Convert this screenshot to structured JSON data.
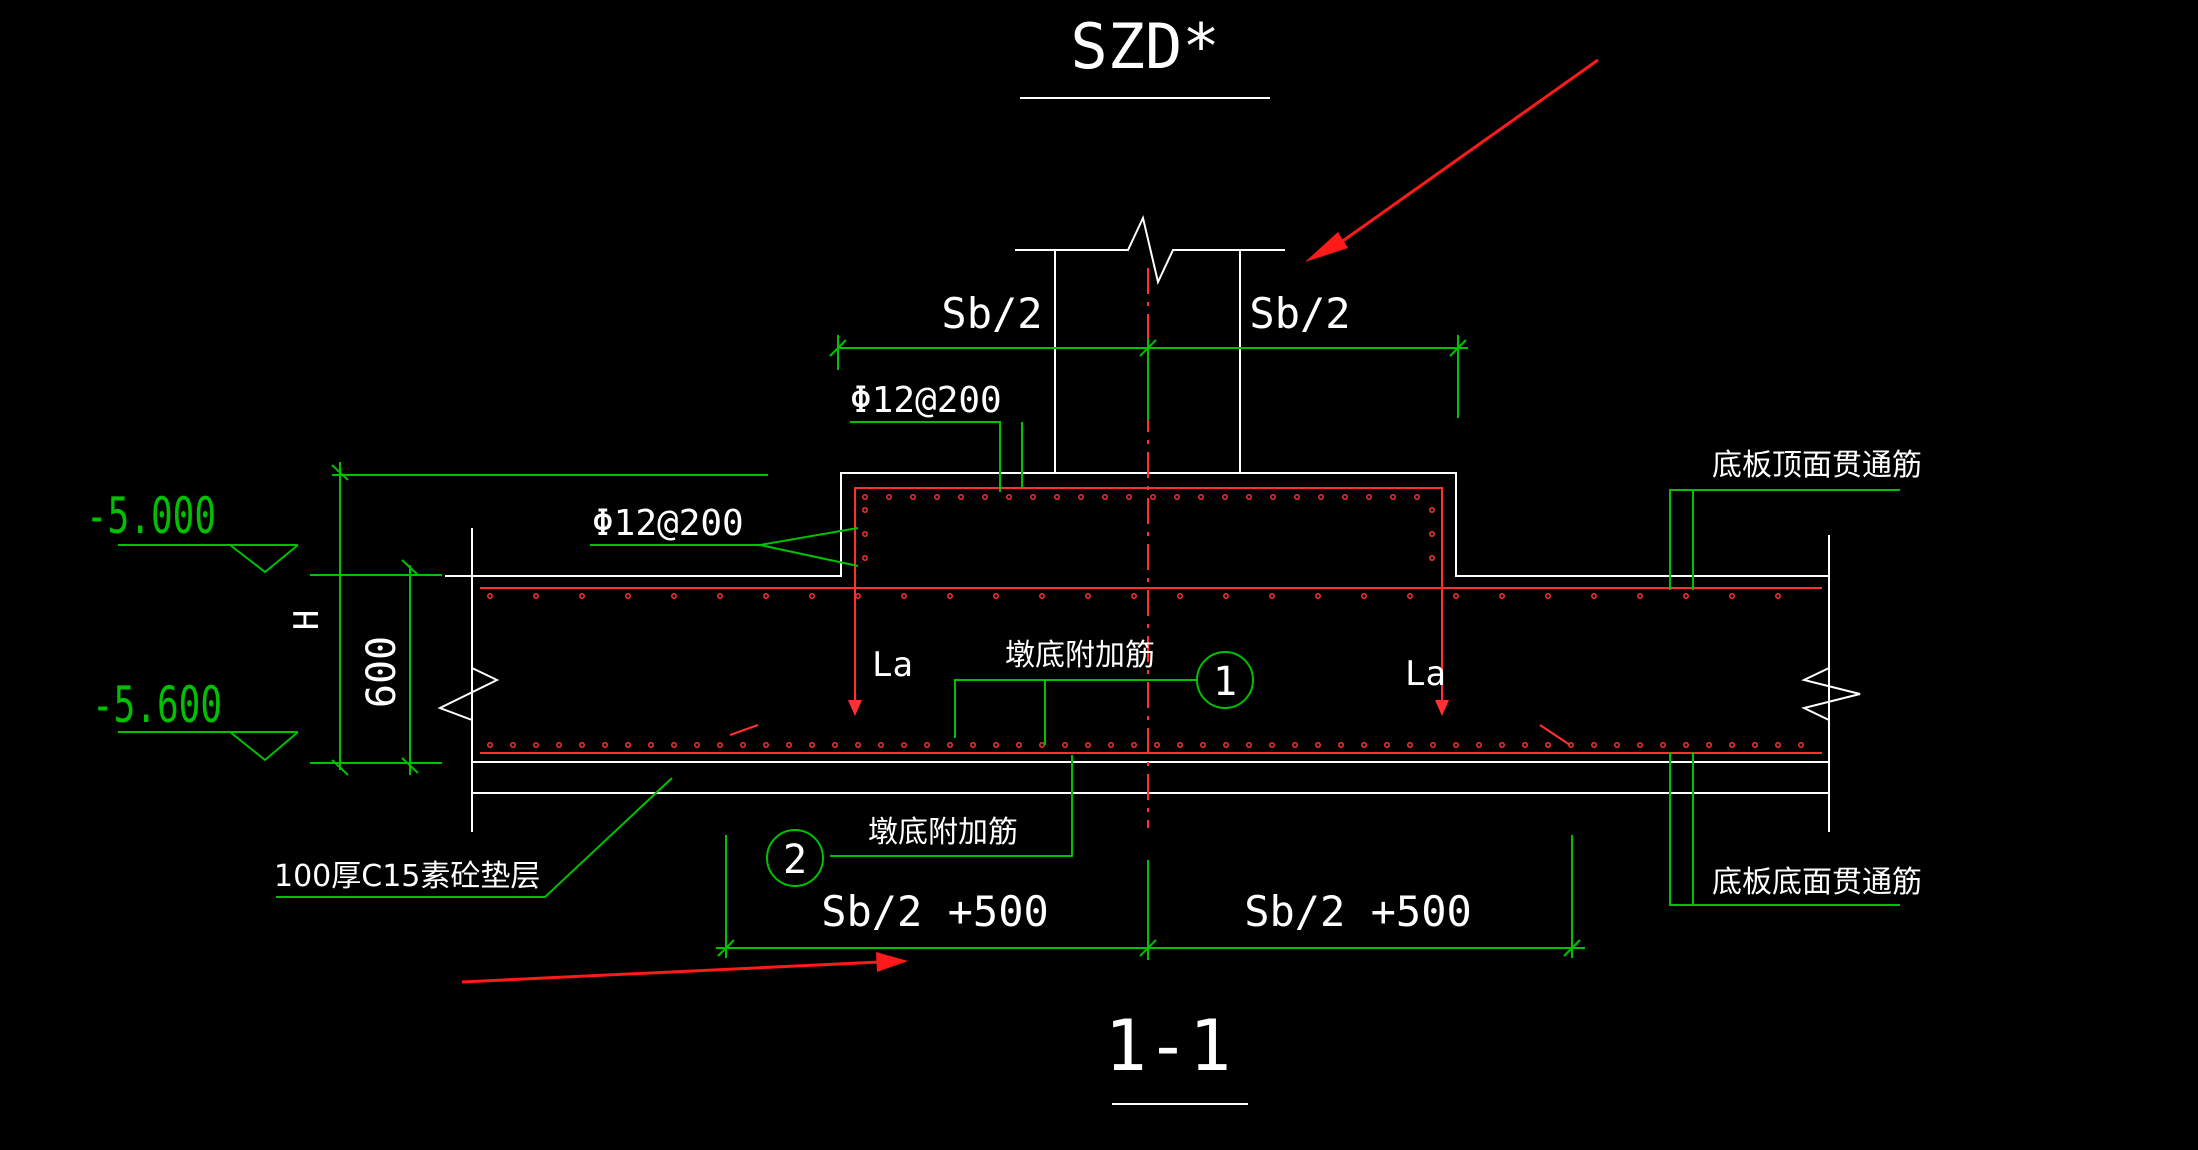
{
  "title": "SZD*",
  "section_label": "1-1",
  "colors": {
    "background": "#000000",
    "outline": "#ffffff",
    "dimension": "#00c000",
    "rebar": "#ff3030",
    "annotation_arrow": "#ff1a1a"
  },
  "labels": {
    "sb_half_left": "Sb/2",
    "sb_half_right": "Sb/2",
    "rebar_top": "Φ12@200",
    "rebar_side": "Φ12@200",
    "elev_top": "-5.000",
    "elev_bottom": "-5.600",
    "dim_h": "H",
    "dim_600": "600",
    "la_left": "La",
    "la_right": "La",
    "pier_bottom_extra_1": "墩底附加筋",
    "pier_bottom_extra_2": "墩底附加筋",
    "marker_1": "1",
    "marker_2": "2",
    "cushion": "100厚C15素砼垫层",
    "base_top_through": "底板顶面贯通筋",
    "base_bottom_through": "底板底面贯通筋",
    "sb_plus_left": "Sb/2 +500",
    "sb_plus_right": "Sb/2 +500"
  }
}
